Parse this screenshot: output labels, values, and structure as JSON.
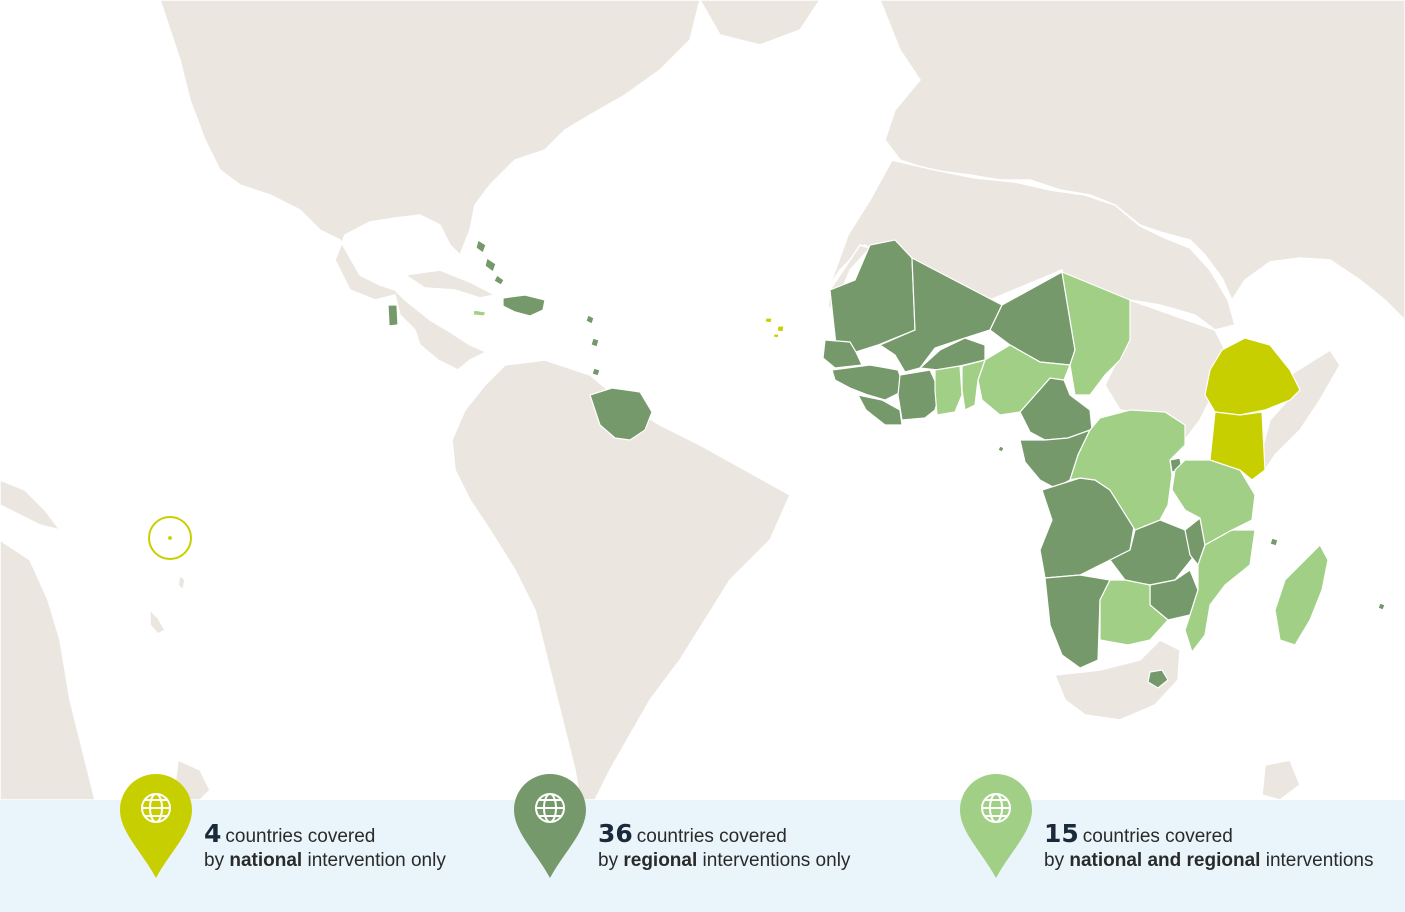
{
  "colors": {
    "water": "#ffffff",
    "land": "#ebe6e0",
    "border": "#ffffff",
    "national_only": "#c8cf00",
    "regional_only": "#75996a",
    "national_and_regional": "#a0cf85",
    "legend_bg": "#eaf5fb"
  },
  "legend": [
    {
      "icon": "globe-icon",
      "color": "#c8cf00",
      "count": "4",
      "line1": "countries covered",
      "by": "by",
      "emphasis": "national",
      "suffix": "intervention only"
    },
    {
      "icon": "globe-icon",
      "color": "#75996a",
      "count": "36",
      "line1": "countries covered",
      "by": "by",
      "emphasis": "regional",
      "suffix": "interventions only"
    },
    {
      "icon": "globe-icon",
      "color": "#a0cf85",
      "count": "15",
      "line1": "countries covered",
      "by": "by",
      "emphasis": "national and regional",
      "suffix": "interventions"
    }
  ]
}
